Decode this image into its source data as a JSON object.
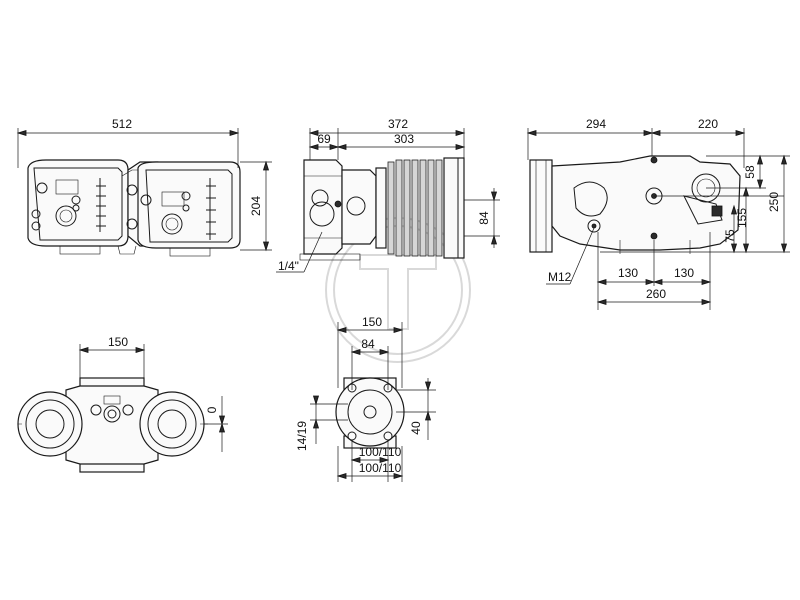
{
  "views": {
    "top": {
      "width": "512",
      "height": "204"
    },
    "side": {
      "overall": "372",
      "inlet": "69",
      "motor": "303",
      "height": "84",
      "port": "1/4\""
    },
    "end": {
      "left": "294",
      "right": "220",
      "h1": "58",
      "h2": "155",
      "h3": "75",
      "h4": "250",
      "thread": "M12",
      "half_left": "130",
      "half_right": "130",
      "base": "260"
    },
    "bottom": {
      "width": "150",
      "offset": "0"
    },
    "flange": {
      "outer": "150",
      "inner": "84",
      "height": "40",
      "bolt": "14/19",
      "pcd_a": "100/110",
      "pcd_b": "100/110"
    }
  },
  "colors": {
    "line": "#1a1a1a",
    "watermark": "#c9c9c9"
  }
}
